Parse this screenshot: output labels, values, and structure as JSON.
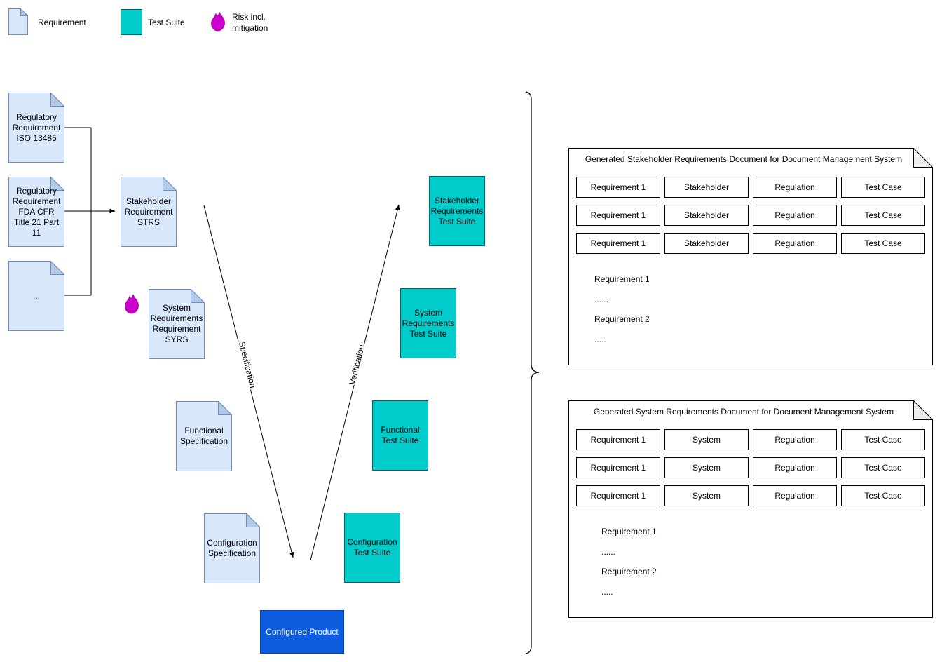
{
  "legend": {
    "requirement": "Requirement",
    "test_suite": "Test Suite",
    "risk": "Risk incl. mitigation"
  },
  "docs": {
    "reg_iso": "Regulatory Requirement ISO 13485",
    "reg_fda": "Regulatory Requirement FDA CFR Title 21 Part 11",
    "reg_more": "...",
    "strs": "Stakeholder Requirement STRS",
    "syrs": "System Requirements Requirement SYRS",
    "func_spec": "Functional Specification",
    "config_spec": "Configuration Specification"
  },
  "test_suites": {
    "stakeholder": "Stakeholder Requirements Test Suite",
    "system": "System Requirements Test Suite",
    "functional": "Functional Test Suite",
    "configuration": "Configuration Test Suite"
  },
  "flow": {
    "specification": "Specification",
    "verification": "Verification",
    "configured_product": "Configured Product"
  },
  "panels": [
    {
      "title": "Generated Stakeholder Requirements Document for Document Management System",
      "rows": [
        [
          "Requirement 1",
          "Stakeholder",
          "Regulation",
          "Test Case"
        ],
        [
          "Requirement 1",
          "Stakeholder",
          "Regulation",
          "Test Case"
        ],
        [
          "Requirement 1",
          "Stakeholder",
          "Regulation",
          "Test Case"
        ]
      ],
      "notes": [
        "Requirement 1",
        "......",
        "Requirement 2",
        "....."
      ]
    },
    {
      "title": "Generated System Requirements Document for Document Management System",
      "rows": [
        [
          "Requirement 1",
          "System",
          "Regulation",
          "Test Case"
        ],
        [
          "Requirement 1",
          "System",
          "Regulation",
          "Test Case"
        ],
        [
          "Requirement 1",
          "System",
          "Regulation",
          "Test Case"
        ]
      ],
      "notes": [
        "Requirement 1",
        "......",
        "Requirement 2",
        "....."
      ]
    }
  ],
  "colors": {
    "doc_fill": "#dae8fc",
    "doc_border": "#6c8ebf",
    "doc_fold": "#b3c9e8",
    "test_suite_fill": "#00cccc",
    "test_suite_border": "#006565",
    "product_fill": "#0d5ce0",
    "risk_color": "#cc00cc"
  }
}
